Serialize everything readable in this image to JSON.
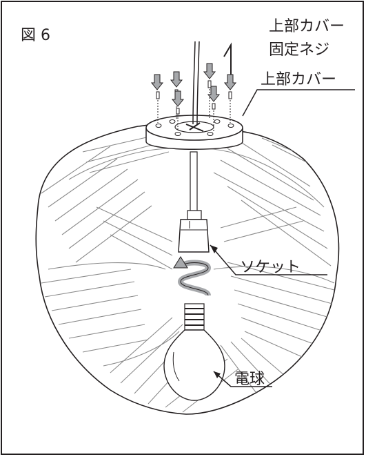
{
  "figure": {
    "number_label": "図 6",
    "labels": {
      "top_cover_screw_line1": "上部カバー",
      "top_cover_screw_line2": "固定ネジ",
      "top_cover": "上部カバー",
      "socket": "ソケット",
      "bulb": "電球"
    }
  },
  "colors": {
    "line": "#231f20",
    "pattern": "#8a8a8a",
    "screw_gray": "#a7a9ac",
    "background": "#ffffff"
  }
}
